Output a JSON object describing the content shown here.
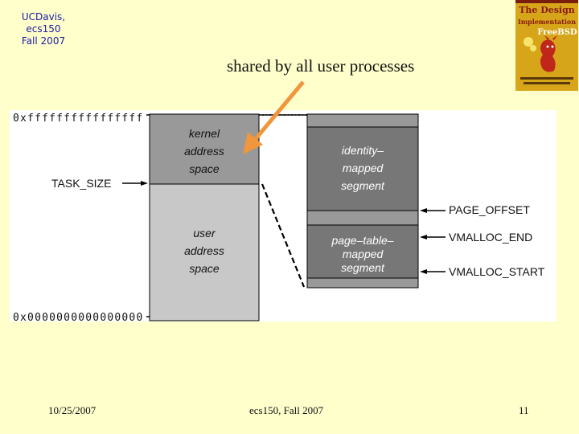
{
  "header": {
    "course_line1": "UCDavis, ecs150",
    "course_line2": "Fall 2007"
  },
  "book_cover": {
    "line1": "The Design",
    "line2": "Implementation",
    "line3": "FreeBSD",
    "icon": "freebsd-book-cover-image"
  },
  "callout": {
    "text": "shared by all user processes"
  },
  "diagram": {
    "top_address": "0xffffffffffffffff",
    "bottom_address": "0x0000000000000000",
    "task_size_label": "TASK_SIZE",
    "kernel_space": [
      "kernel",
      "address",
      "space"
    ],
    "user_space": [
      "user",
      "address",
      "space"
    ],
    "identity_segment": [
      "identity–",
      "mapped",
      "segment"
    ],
    "page_table_segment": [
      "page–table–",
      "mapped",
      "segment"
    ],
    "page_offset_label": "PAGE_OFFSET",
    "vmalloc_end_label": "VMALLOC_END",
    "vmalloc_start_label": "VMALLOC_START",
    "colors": {
      "kernel_fill": "#999999",
      "user_fill": "#c8c8c8",
      "segment_fill": "#777777",
      "arrow": "#f0963c"
    }
  },
  "footer": {
    "date": "10/25/2007",
    "course": "ecs150, Fall 2007",
    "page_number": "11"
  }
}
